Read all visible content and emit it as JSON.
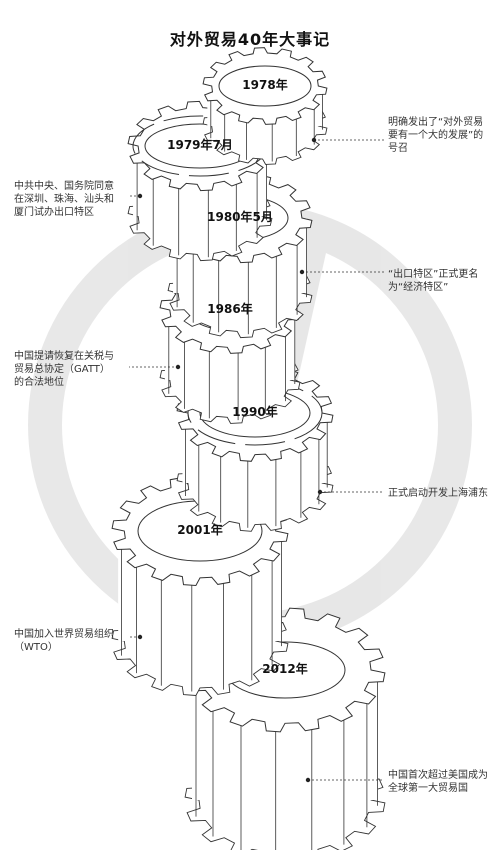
{
  "title": "对外贸易40年大事记",
  "milestones": [
    {
      "year": "1978年"
    },
    {
      "year": "1979年7月"
    },
    {
      "year": "1980年5月"
    },
    {
      "year": "1986年"
    },
    {
      "year": "1990年"
    },
    {
      "year": "2001年"
    },
    {
      "year": "2012年"
    }
  ],
  "annotations": [
    {
      "lines": [
        "明确发出了“对外贸易",
        "要有一个大的发展”的",
        "号召"
      ]
    },
    {
      "lines": [
        "中共中央、国务院同意",
        "在深圳、珠海、汕头和",
        "厦门试办出口特区"
      ]
    },
    {
      "lines": [
        "“出口特区”正式更名",
        "为“经济特区”"
      ]
    },
    {
      "lines": [
        "中国提请恢复在关税与",
        "贸易总协定（GATT）",
        "的合法地位"
      ]
    },
    {
      "lines": [
        "正式启动开发上海浦东"
      ]
    },
    {
      "lines": [
        "中国加入世界贸易组织",
        "（WTO）"
      ]
    },
    {
      "lines": [
        "中国首次超过美国成为",
        "全球第一大贸易国"
      ]
    }
  ]
}
